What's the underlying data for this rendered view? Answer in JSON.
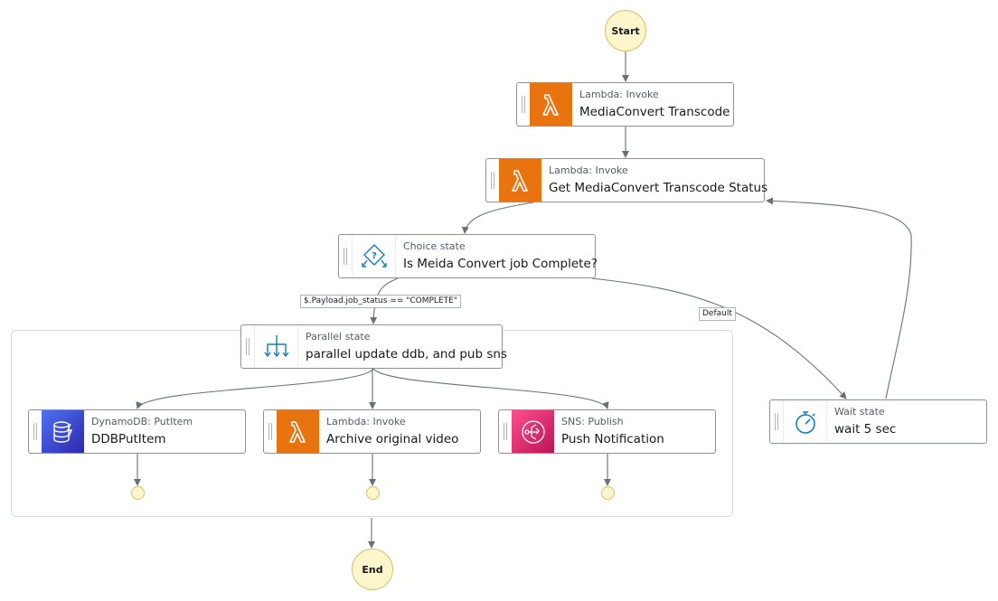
{
  "start": {
    "label": "Start"
  },
  "end": {
    "label": "End"
  },
  "states": {
    "mediaconvert_transcode": {
      "type": "Lambda: Invoke",
      "title": "MediaConvert Transcode",
      "icon": "lambda-icon",
      "color": "#e8730f"
    },
    "get_status": {
      "type": "Lambda: Invoke",
      "title": "Get MediaConvert Transcode Status",
      "icon": "lambda-icon",
      "color": "#e8730f"
    },
    "choice": {
      "type": "Choice state",
      "title": "Is Meida Convert job Complete?",
      "icon": "choice-icon",
      "color": "#147eba"
    },
    "parallel": {
      "type": "Parallel state",
      "title": "parallel update ddb, and pub sns",
      "icon": "parallel-icon",
      "color": "#147eba"
    },
    "ddb_put": {
      "type": "DynamoDB: PutItem",
      "title": "DDBPutItem",
      "icon": "dynamodb-icon",
      "color": "#3f48cc"
    },
    "archive": {
      "type": "Lambda: Invoke",
      "title": "Archive original video",
      "icon": "lambda-icon",
      "color": "#e8730f"
    },
    "sns_publish": {
      "type": "SNS: Publish",
      "title": "Push Notification",
      "icon": "sns-icon",
      "color": "#e7157b"
    },
    "wait": {
      "type": "Wait state",
      "title": "wait 5 sec",
      "icon": "timer-icon",
      "color": "#147eba"
    }
  },
  "edge_labels": {
    "complete_condition": "$.Payload.job_status == \"COMPLETE\"",
    "default": "Default"
  }
}
